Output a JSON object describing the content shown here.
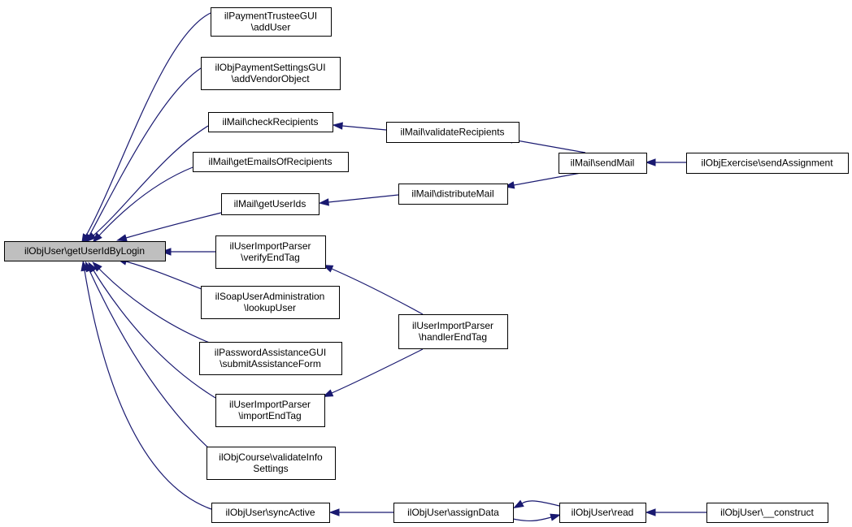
{
  "graph": {
    "nodes": [
      {
        "id": "root",
        "lines": [
          "ilObjUser\\getUserIdByLogin"
        ],
        "root": true
      },
      {
        "id": "addUser",
        "lines": [
          "ilPaymentTrusteeGUI",
          "\\addUser"
        ]
      },
      {
        "id": "addVendor",
        "lines": [
          "ilObjPaymentSettingsGUI",
          "\\addVendorObject"
        ]
      },
      {
        "id": "checkRecipients",
        "lines": [
          "ilMail\\checkRecipients"
        ]
      },
      {
        "id": "getEmails",
        "lines": [
          "ilMail\\getEmailsOfRecipients"
        ]
      },
      {
        "id": "getUserIds",
        "lines": [
          "ilMail\\getUserIds"
        ]
      },
      {
        "id": "verifyEndTag",
        "lines": [
          "ilUserImportParser",
          "\\verifyEndTag"
        ]
      },
      {
        "id": "lookupUser",
        "lines": [
          "ilSoapUserAdministration",
          "\\lookupUser"
        ]
      },
      {
        "id": "submitForm",
        "lines": [
          "ilPasswordAssistanceGUI",
          "\\submitAssistanceForm"
        ]
      },
      {
        "id": "importEndTag",
        "lines": [
          "ilUserImportParser",
          "\\importEndTag"
        ]
      },
      {
        "id": "validateInfo",
        "lines": [
          "ilObjCourse\\validateInfo",
          "Settings"
        ]
      },
      {
        "id": "syncActive",
        "lines": [
          "ilObjUser\\syncActive"
        ]
      },
      {
        "id": "validateRecipients",
        "lines": [
          "ilMail\\validateRecipients"
        ]
      },
      {
        "id": "distributeMail",
        "lines": [
          "ilMail\\distributeMail"
        ]
      },
      {
        "id": "handlerEndTag",
        "lines": [
          "ilUserImportParser",
          "\\handlerEndTag"
        ]
      },
      {
        "id": "assignData",
        "lines": [
          "ilObjUser\\assignData"
        ]
      },
      {
        "id": "sendMail",
        "lines": [
          "ilMail\\sendMail"
        ]
      },
      {
        "id": "read",
        "lines": [
          "ilObjUser\\read"
        ]
      },
      {
        "id": "sendAssignment",
        "lines": [
          "ilObjExercise\\sendAssignment"
        ]
      },
      {
        "id": "construct",
        "lines": [
          "ilObjUser\\__construct"
        ]
      }
    ],
    "edges": [
      {
        "from": "addUser",
        "to": "root"
      },
      {
        "from": "addVendor",
        "to": "root"
      },
      {
        "from": "checkRecipients",
        "to": "root"
      },
      {
        "from": "getEmails",
        "to": "root"
      },
      {
        "from": "getUserIds",
        "to": "root"
      },
      {
        "from": "verifyEndTag",
        "to": "root"
      },
      {
        "from": "lookupUser",
        "to": "root"
      },
      {
        "from": "submitForm",
        "to": "root"
      },
      {
        "from": "importEndTag",
        "to": "root"
      },
      {
        "from": "validateInfo",
        "to": "root"
      },
      {
        "from": "syncActive",
        "to": "root"
      },
      {
        "from": "validateRecipients",
        "to": "checkRecipients"
      },
      {
        "from": "distributeMail",
        "to": "getUserIds"
      },
      {
        "from": "handlerEndTag",
        "to": "verifyEndTag"
      },
      {
        "from": "handlerEndTag",
        "to": "importEndTag"
      },
      {
        "from": "assignData",
        "to": "syncActive"
      },
      {
        "from": "sendMail",
        "to": "validateRecipients"
      },
      {
        "from": "sendMail",
        "to": "distributeMail"
      },
      {
        "from": "read",
        "to": "assignData"
      },
      {
        "from": "assignData",
        "to": "read"
      },
      {
        "from": "sendAssignment",
        "to": "sendMail"
      },
      {
        "from": "construct",
        "to": "read"
      }
    ]
  }
}
